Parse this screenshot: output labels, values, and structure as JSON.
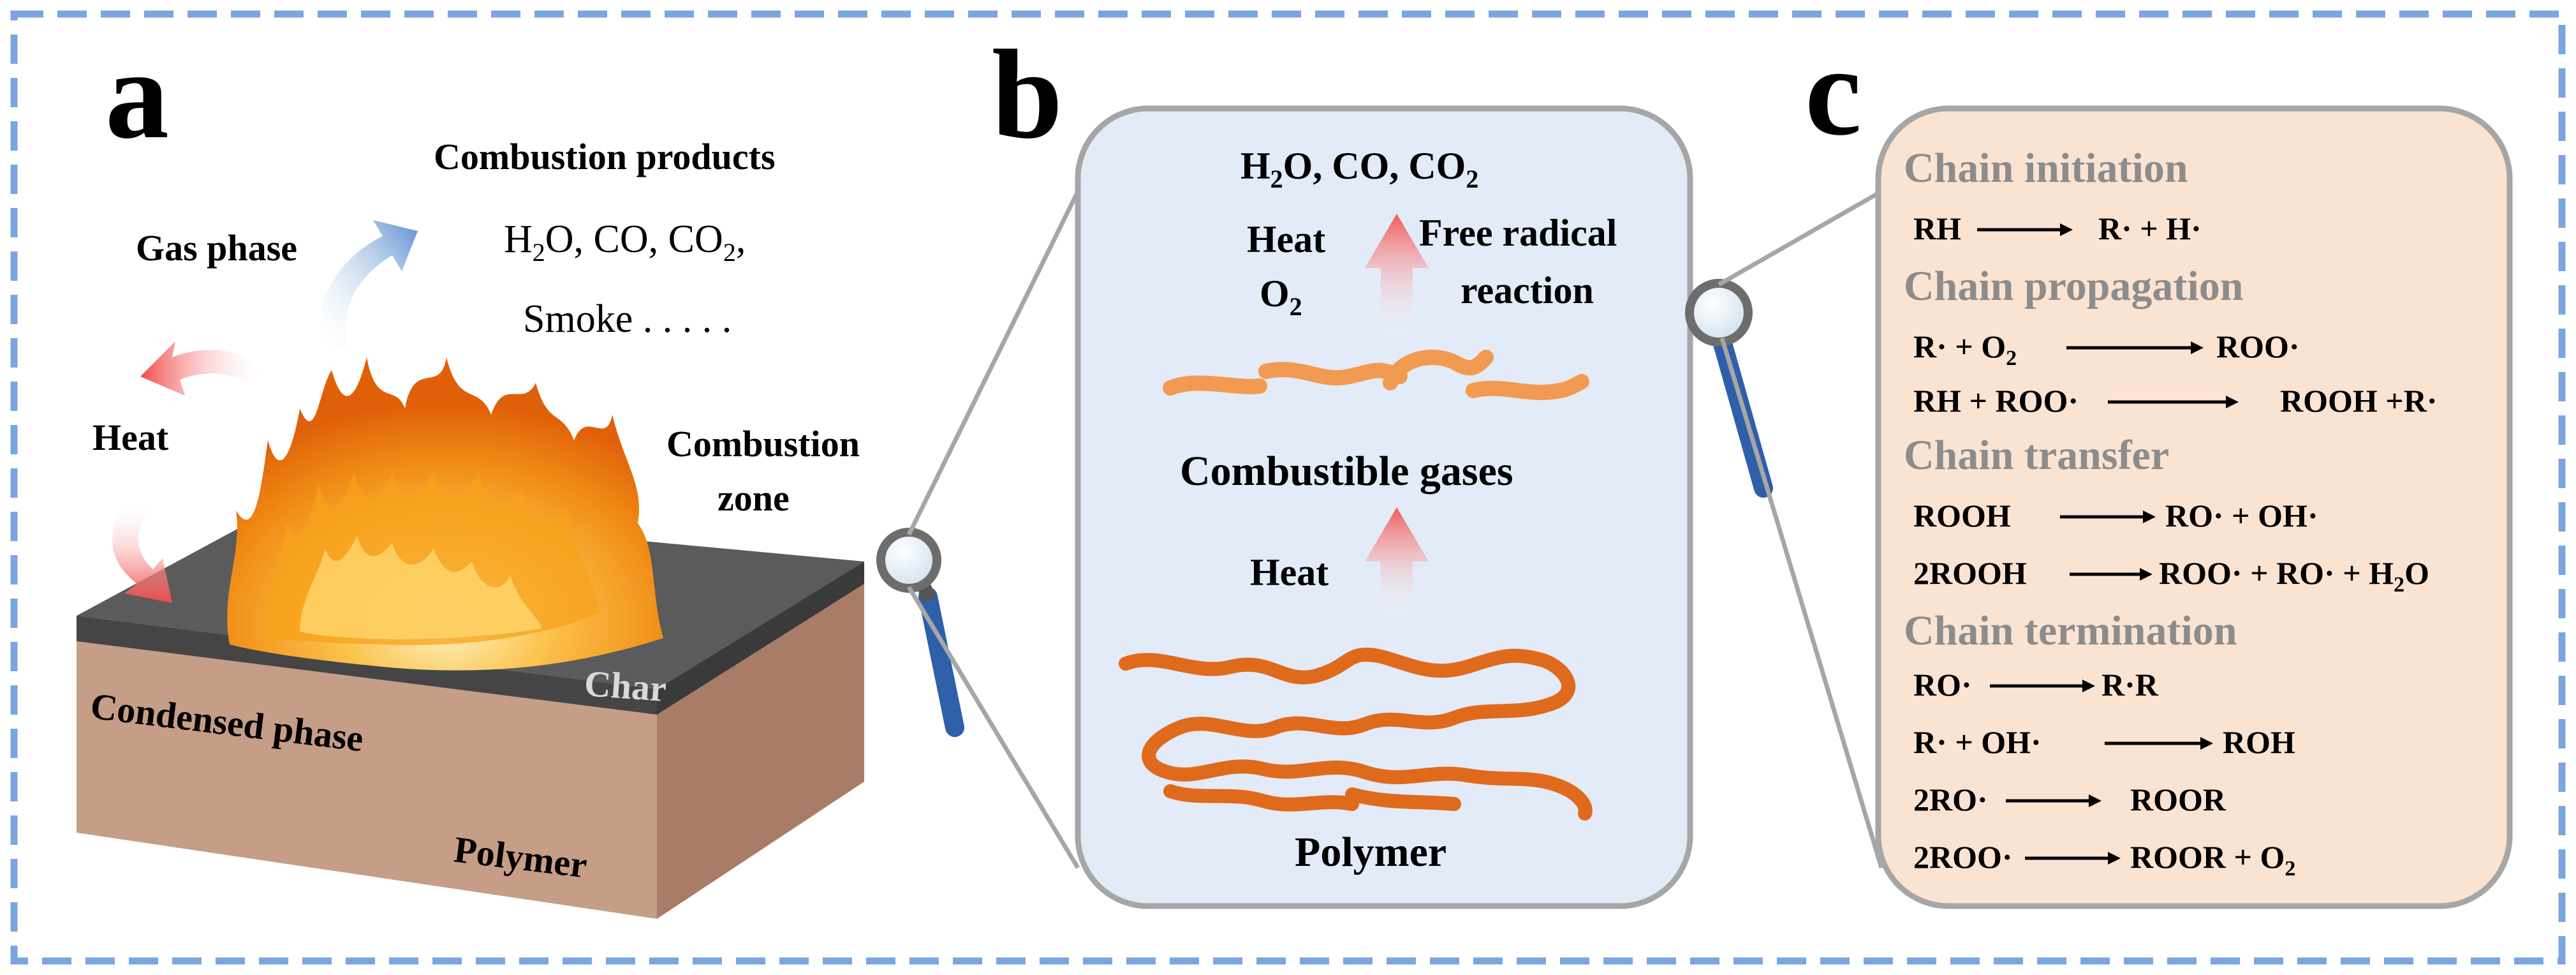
{
  "panel_a": {
    "letter": "a",
    "combustion_products_title": "Combustion products",
    "products_line1": "H2O, CO, CO2,",
    "products_line2": "Smoke . . . . .",
    "gas_phase": "Gas phase",
    "heat": "Heat",
    "combustion_zone_1": "Combustion",
    "combustion_zone_2": "zone",
    "char": "Char",
    "condensed_phase": "Condensed phase",
    "polymer": "Polymer"
  },
  "panel_b": {
    "letter": "b",
    "products": "H2O, CO, CO2",
    "heat_top": "Heat",
    "o2": "O2",
    "free_radical_1": "Free radical",
    "free_radical_2": "reaction",
    "combustible_gases": "Combustible gases",
    "heat_bottom": "Heat",
    "polymer": "Polymer"
  },
  "panel_c": {
    "letter": "c",
    "initiation_title": "Chain initiation",
    "initiation_1_lhs": "RH",
    "initiation_1_rhs": "R· + H·",
    "propagation_title": "Chain propagation",
    "propagation_1_lhs": "R· + O2",
    "propagation_1_rhs": "ROO·",
    "propagation_2_lhs": "RH + ROO·",
    "propagation_2_rhs": "ROOH +R·",
    "transfer_title": "Chain transfer",
    "transfer_1_lhs": "ROOH",
    "transfer_1_rhs": "RO· + OH·",
    "transfer_2_lhs": "2ROOH",
    "transfer_2_rhs": "ROO· + RO· + H2O",
    "termination_title": "Chain termination",
    "termination_1_lhs": "RO·",
    "termination_1_rhs": "R·R",
    "termination_2_lhs": "R· + OH·",
    "termination_2_rhs": "ROH",
    "termination_3_lhs": "2RO·",
    "termination_3_rhs": "ROOR",
    "termination_4_lhs": "2ROO·",
    "termination_4_rhs": "ROOR + O2"
  },
  "colors": {
    "frame_dash": "#7aa6de",
    "panel_b_fill": "#e2ebf7",
    "panel_c_fill": "#fbe3d2",
    "panel_border": "#a6a6a6",
    "section_title": "#8c8c8c",
    "orange_chain": "#e06a1c",
    "orange_gas": "#f39a52",
    "red_arrow": "#f05a5a",
    "blue_arrow": "#6f9ed8",
    "block_side": "#b58a73",
    "block_front": "#c69d86",
    "char_top": "#5a5a5a",
    "flame": "#f7a21b"
  },
  "icons": [
    "magnifier-icon",
    "magnifier-icon",
    "flame-icon"
  ]
}
